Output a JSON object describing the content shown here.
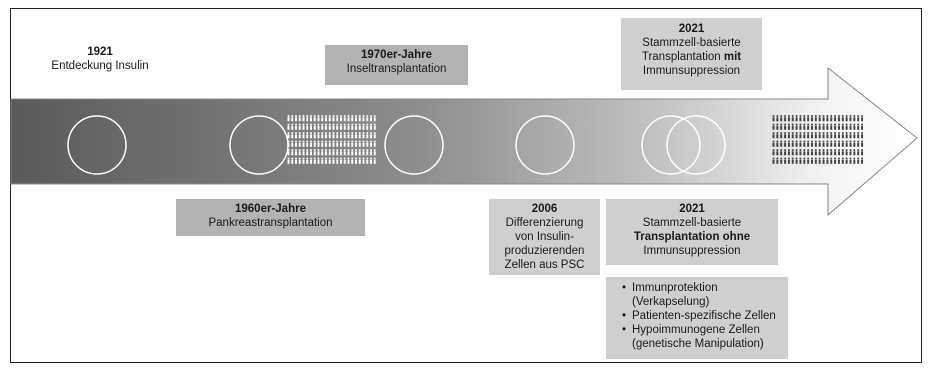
{
  "milestones": {
    "m1921": {
      "year": "1921",
      "line1": "Entdeckung Insulin"
    },
    "m1960": {
      "year": "1960er-Jahre",
      "line1": "Pankreastransplantation"
    },
    "m1970": {
      "year": "1970er-Jahre",
      "line1": "Inseltransplantation"
    },
    "m2006": {
      "year": "2006",
      "line1": "Differenzierung",
      "line2": "von Insulin-",
      "line3": "produzierenden",
      "line4": "Zellen aus PSC"
    },
    "m2021a": {
      "year": "2021",
      "line1": "Stammzell-basierte",
      "line2_pre": "Transplantation ",
      "line2_bold": "mit",
      "line3": "Immunsuppression"
    },
    "m2021b": {
      "year": "2021",
      "line1": "Stammzell-basierte",
      "line2_bold": "Transplantation ohne",
      "line3": "Immunsuppression"
    }
  },
  "bullets": [
    "Immunprotektion (Verkapselung)",
    "Patienten-spezifische Zellen",
    "Hypoimmunogene Zellen (genetische Manipulation)"
  ],
  "colors": {
    "arrow_dark": "#5a5a5a",
    "arrow_light": "#ffffff",
    "box_grey": "#b3b3b3",
    "box_lightgrey": "#cfcfcf"
  }
}
